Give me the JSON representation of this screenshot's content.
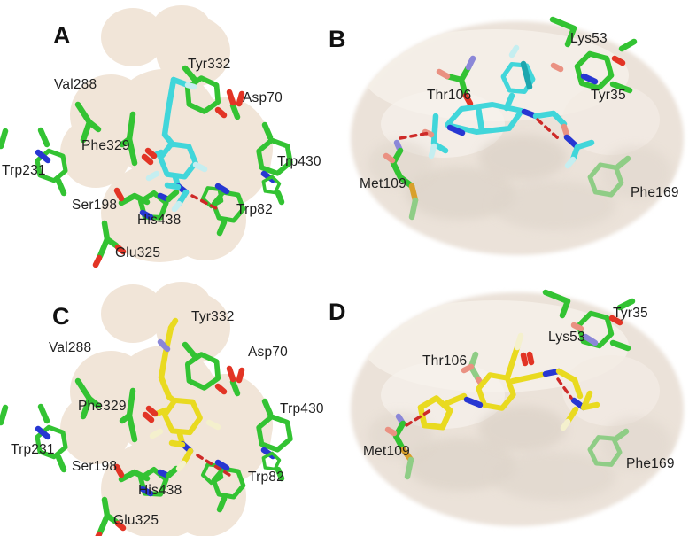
{
  "figure": {
    "type": "molecular-docking-figure",
    "colors": {
      "background": "#ffffff",
      "surface_left_pocket": "#f1e5d8",
      "surface_right_pocket": "#ebe2d9",
      "residue_carbon_green": "#33c333",
      "residue_carbon_green_dim": "#8fcd86",
      "ligand_cyan": "#41d6da",
      "ligand_yellow": "#e9da20",
      "nitrogen_blue": "#2737d2",
      "oxygen_red": "#e23425",
      "sulfur_orange": "#d9a02c",
      "hbond_dash_red": "#ce2a28",
      "label_text": "#1f1f1f"
    },
    "panels": {
      "a": {
        "letter": "A",
        "ligand_color": "cyan",
        "residues": {
          "tyr332": "Tyr332",
          "val288": "Val288",
          "asp70": "Asp70",
          "phe329": "Phe329",
          "trp231": "Trp231",
          "ser198": "Ser198",
          "his438": "His438",
          "glu325": "Glu325",
          "trp82": "Trp82",
          "trp430": "Trp430"
        }
      },
      "b": {
        "letter": "B",
        "ligand_color": "cyan",
        "residues": {
          "lys53": "Lys53",
          "thr106": "Thr106",
          "tyr35": "Tyr35",
          "met109": "Met109",
          "phe169": "Phe169"
        }
      },
      "c": {
        "letter": "C",
        "ligand_color": "yellow",
        "residues": {
          "tyr332": "Tyr332",
          "val288": "Val288",
          "asp70": "Asp70",
          "phe329": "Phe329",
          "trp231": "Trp231",
          "ser198": "Ser198",
          "his438": "His438",
          "glu325": "Glu325",
          "trp82": "Trp82",
          "trp430": "Trp430"
        }
      },
      "d": {
        "letter": "D",
        "ligand_color": "yellow",
        "residues": {
          "tyr35": "Tyr35",
          "lys53": "Lys53",
          "thr106": "Thr106",
          "met109": "Met109",
          "phe169": "Phe169"
        }
      }
    }
  }
}
